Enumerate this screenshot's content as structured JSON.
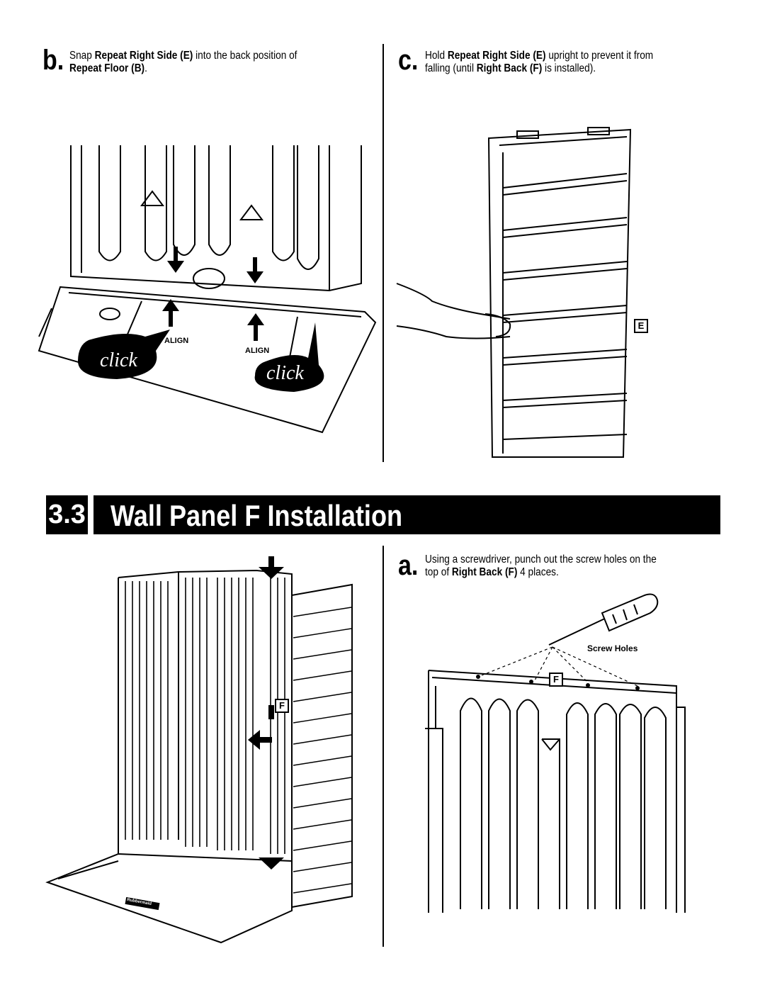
{
  "steps": {
    "b": {
      "letter": "b.",
      "text_1": "Snap ",
      "bold_1": "Repeat Right Side (E)",
      "text_2": " into the back position of",
      "bold_2": "Repeat Floor (B)",
      "text_3": "."
    },
    "c": {
      "letter": "c.",
      "text_1": "Hold ",
      "bold_1": "Repeat Right Side (E)",
      "text_2": " upright to prevent it from",
      "text_3": "falling (until ",
      "bold_2": "Right Back (F)",
      "text_4": " is installed)."
    },
    "a": {
      "letter": "a.",
      "text_1": "Using a screwdriver, punch out the screw holes on the",
      "text_2": "top of ",
      "bold_1": "Right Back (F)",
      "text_3": " 4 places."
    }
  },
  "figure_b": {
    "click_left": "click",
    "click_right": "click",
    "align_left": "ALIGN",
    "align_right": "ALIGN"
  },
  "figure_c": {
    "callout": "E"
  },
  "section": {
    "number": "3.3",
    "title": "Wall Panel F Installation"
  },
  "figure_left_bottom": {
    "callout": "F",
    "brand_plate": "Rubbermaid"
  },
  "figure_a": {
    "screw_holes_label": "Screw Holes",
    "callout": "F"
  }
}
